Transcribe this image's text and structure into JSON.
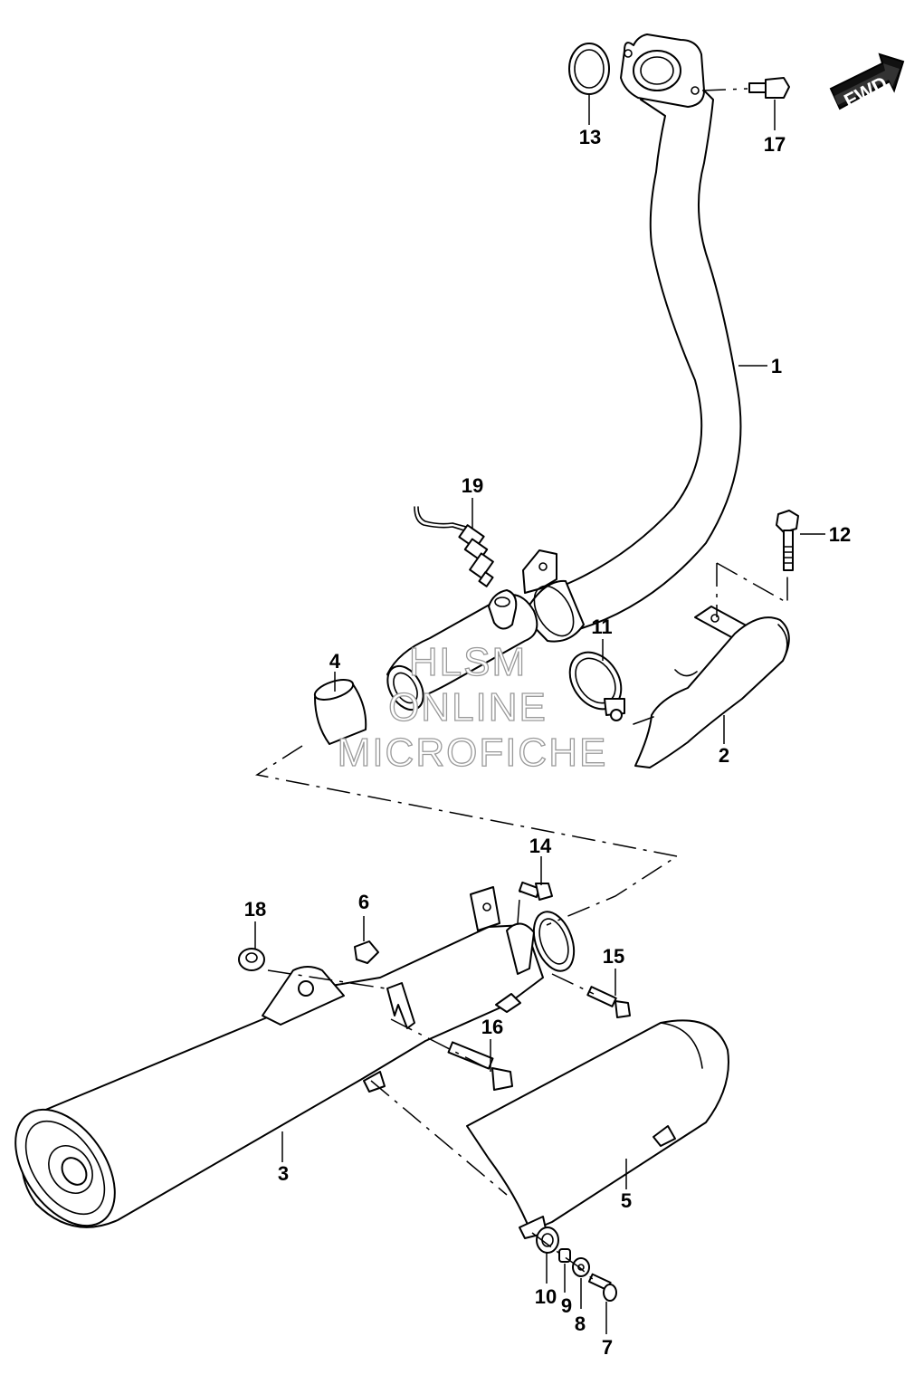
{
  "fwd_label": "FWD",
  "watermark": {
    "line1": "HLSM",
    "line2": "ONLINE",
    "line3": "MICROFICHE"
  },
  "callouts": {
    "c1": "1",
    "c2": "2",
    "c3": "3",
    "c4": "4",
    "c5": "5",
    "c6": "6",
    "c7": "7",
    "c8": "8",
    "c9": "9",
    "c10": "10",
    "c11": "11",
    "c12": "12",
    "c13": "13",
    "c14": "14",
    "c15": "15",
    "c16": "16",
    "c17": "17",
    "c18": "18",
    "c19": "19"
  }
}
